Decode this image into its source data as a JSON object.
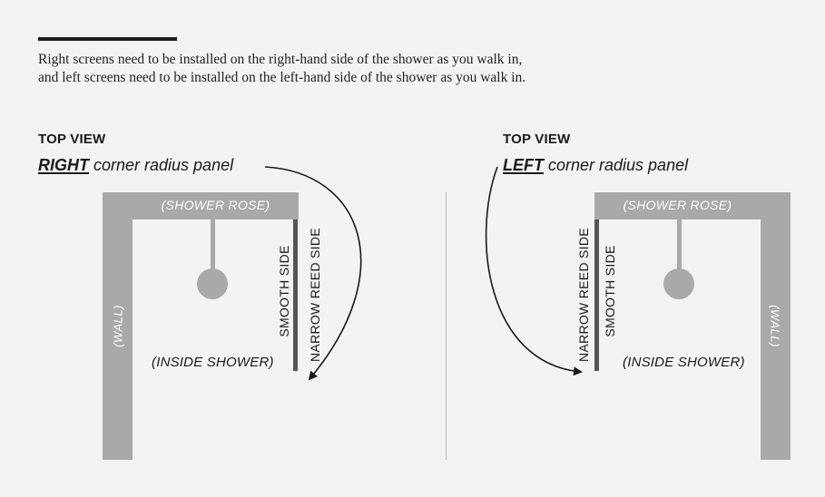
{
  "intro": {
    "line1": "Right screens need to be installed on the right-hand side of the shower as you walk in,",
    "line2": "and left screens need to be installed on the left-hand side of the shower as you walk in."
  },
  "right_panel": {
    "view_label": "TOP VIEW",
    "keyword": "RIGHT",
    "title_rest": " corner radius panel",
    "rose_label": "(SHOWER ROSE)",
    "wall_label": "(WALL)",
    "inside_label": "(INSIDE SHOWER)",
    "smooth_label": "SMOOTH SIDE",
    "reed_label": "NARROW REED SIDE"
  },
  "left_panel": {
    "view_label": "TOP VIEW",
    "keyword": "LEFT",
    "title_rest": " corner radius panel",
    "rose_label": "(SHOWER ROSE)",
    "wall_label": "(WALL)",
    "inside_label": "(INSIDE SHOWER)",
    "smooth_label": "SMOOTH SIDE",
    "reed_label": "NARROW REED SIDE"
  },
  "colors": {
    "structure": "#a9a9a9",
    "glass": "#555555",
    "text": "#1a1a1a"
  }
}
